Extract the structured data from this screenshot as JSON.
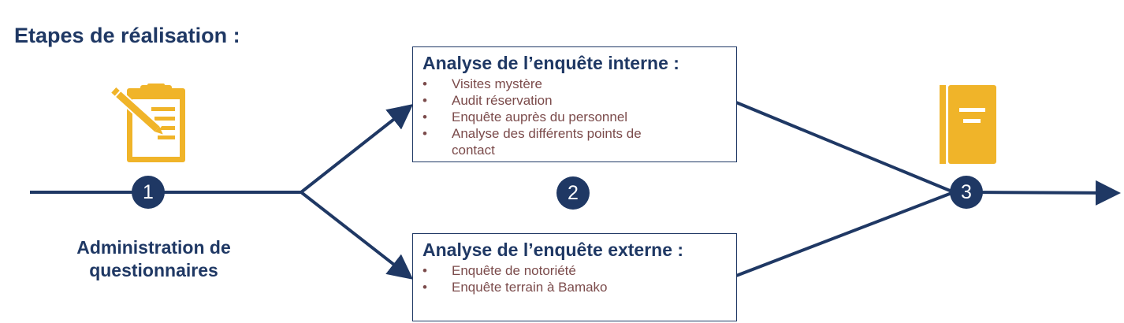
{
  "title": "Etapes de réalisation :",
  "colors": {
    "navy": "#1f3864",
    "gold": "#f0b429",
    "bullet_text": "#7b4b4b"
  },
  "steps": [
    {
      "number": "1",
      "label_line1": "Administration de",
      "label_line2": "questionnaires",
      "icon": "clipboard-pencil-icon"
    },
    {
      "number": "2"
    },
    {
      "number": "3",
      "icon": "notebook-icon"
    }
  ],
  "box_internal": {
    "title": "Analyse de l’enquête interne :",
    "items": [
      "Visites mystère",
      "Audit réservation",
      "Enquête auprès du personnel",
      "Analyse des différents points de contact"
    ]
  },
  "box_external": {
    "title": "Analyse de l’enquête externe :",
    "items": [
      "Enquête de notoriété",
      "Enquête terrain à Bamako"
    ]
  }
}
